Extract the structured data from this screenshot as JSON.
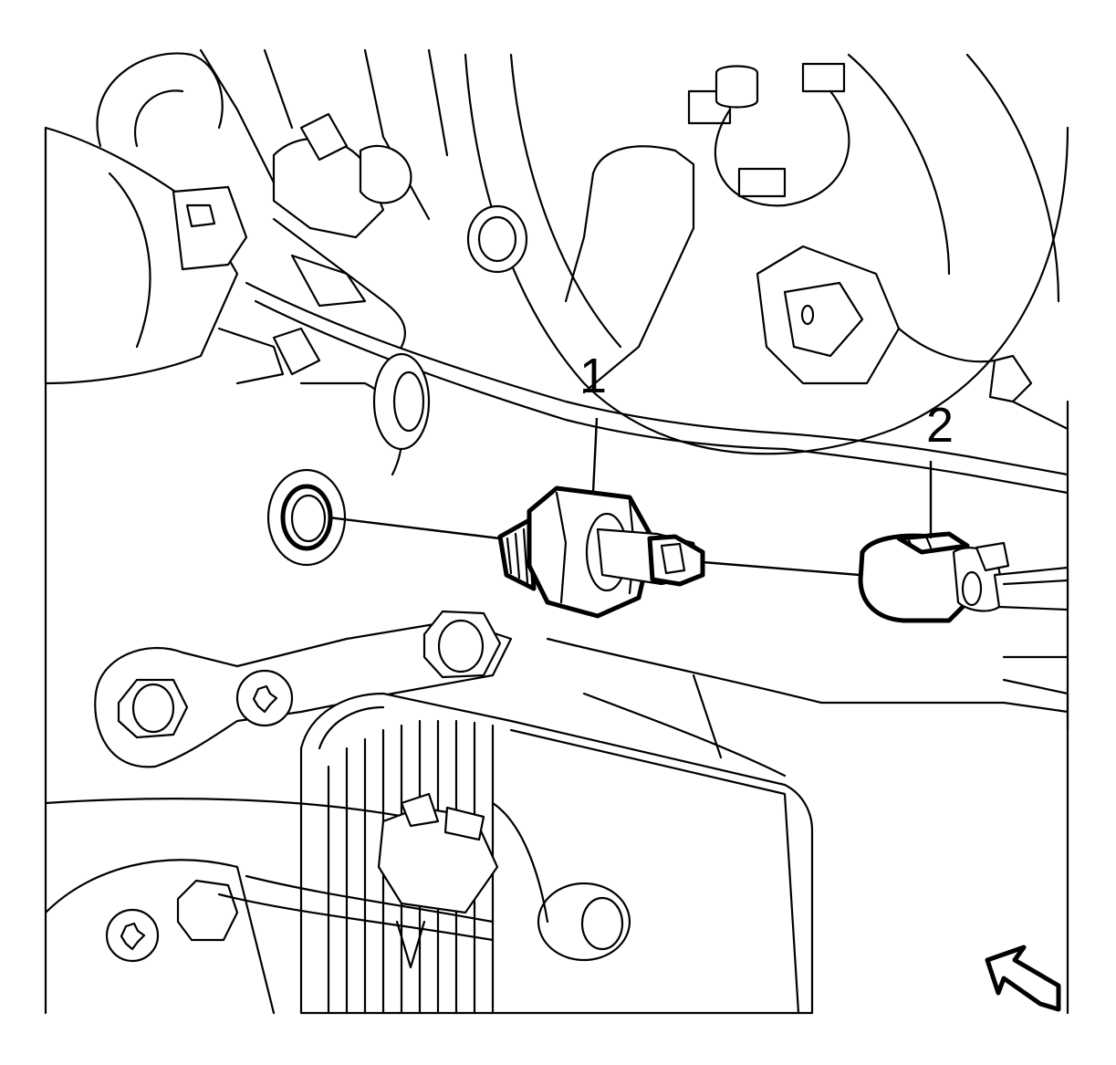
{
  "callouts": [
    {
      "id": "1",
      "label": "1"
    },
    {
      "id": "2",
      "label": "2"
    }
  ],
  "icons": {
    "view_arrow": "view-direction-arrow-icon"
  },
  "colors": {
    "line": "#000000",
    "background": "#ffffff"
  }
}
